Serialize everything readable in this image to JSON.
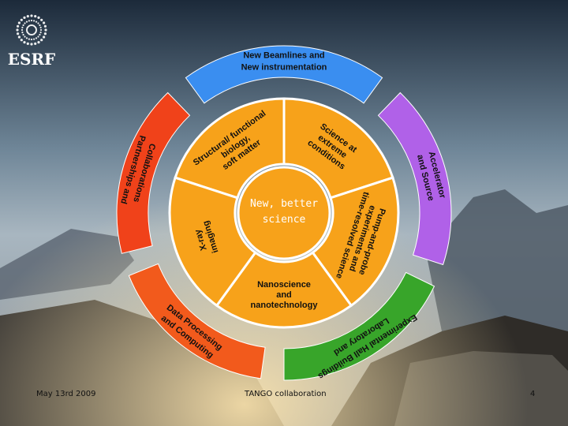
{
  "logo": {
    "text": "ESRF"
  },
  "center": {
    "line1": "New, better",
    "line2": "science"
  },
  "outer_ring": [
    {
      "id": "beamlines",
      "lines": [
        "New Beamlines and",
        "New instrumentation"
      ],
      "color": "#3a8ef0"
    },
    {
      "id": "accelerator",
      "lines": [
        "Accelerator",
        "and Source"
      ],
      "color": "#b061e8"
    },
    {
      "id": "laboratory",
      "lines": [
        "Laboratory and",
        "Experimental Hall Buildings"
      ],
      "color": "#38a52a"
    },
    {
      "id": "data",
      "lines": [
        "Data Processing",
        "and Computing"
      ],
      "color": "#f25a1c"
    },
    {
      "id": "partnerships",
      "lines": [
        "Partnerships and",
        "Collaborations"
      ],
      "color": "#f0421a"
    }
  ],
  "inner_ring": [
    {
      "id": "structural",
      "lines": [
        "Structural/ functional",
        "biology,",
        "soft matter"
      ]
    },
    {
      "id": "extreme",
      "lines": [
        "Science at",
        "extreme",
        "conditions"
      ]
    },
    {
      "id": "pump-probe",
      "lines": [
        "Pump-and-probe",
        "experiments and",
        "time-resolved science"
      ]
    },
    {
      "id": "nano",
      "lines": [
        "Nanoscience",
        "and",
        "nanotechnology"
      ]
    },
    {
      "id": "xray",
      "lines": [
        "X-ray",
        "imaging"
      ]
    }
  ],
  "colors": {
    "inner": "#f7a21a",
    "inner_stroke": "#ffffff",
    "center": "#f7a21a"
  },
  "footer": {
    "date": "May 13rd  2009",
    "center": "TANGO collaboration",
    "page": "4"
  }
}
